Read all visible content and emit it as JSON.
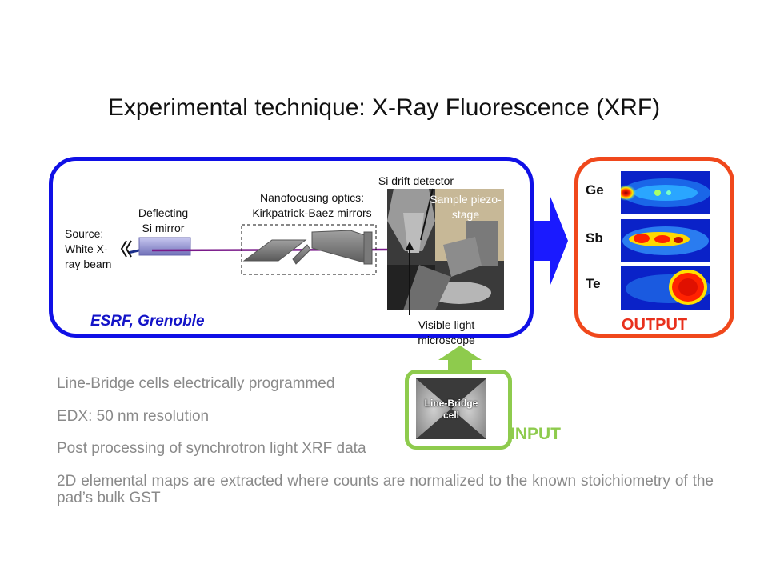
{
  "title": "Experimental technique: X-Ray Fluorescence (XRF)",
  "setup": {
    "source_label": "Source: White X-ray beam",
    "mirror_label": "Deflecting Si mirror",
    "optics_label": "Nanofocusing optics: Kirkpatrick-Baez mirrors",
    "detector_label": "Si drift detector",
    "stage_label": "Sample piezo-stage",
    "microscope_label": "Visible light microscope",
    "facility_label": "ESRF, Grenoble"
  },
  "output": {
    "label": "OUTPUT",
    "maps": [
      {
        "element": "Ge"
      },
      {
        "element": "Sb"
      },
      {
        "element": "Te"
      }
    ]
  },
  "input": {
    "label": "INPUT",
    "cell_label": "Line-Bridge cell"
  },
  "bullets": [
    "Line-Bridge cells electrically programmed",
    "EDX: 50 nm resolution",
    "Post processing of synchrotron light XRF data",
    "2D elemental maps are extracted where counts are normalized to the known stoichiometry of the pad’s bulk GST"
  ],
  "colors": {
    "esrf_frame": "#1010e6",
    "output_frame": "#f0481c",
    "input_frame": "#8ecb4d",
    "beam": "#7a1a8a",
    "arrow": "#1a1aff"
  }
}
